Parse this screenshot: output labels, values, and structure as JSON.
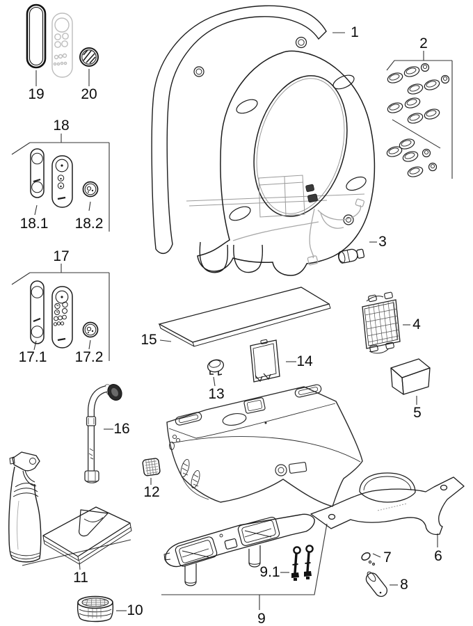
{
  "diagram": {
    "type": "exploded-parts-diagram",
    "background": "#ffffff",
    "line_color": "#1c1c1c",
    "ghost_color": "#b8b8b8",
    "parts": [
      {
        "label": "1",
        "name": "seat-lid-ring-assembly"
      },
      {
        "label": "2",
        "name": "cap-plug-set"
      },
      {
        "label": "3",
        "name": "plug-connector"
      },
      {
        "label": "4",
        "name": "filter-insert"
      },
      {
        "label": "5",
        "name": "box-module"
      },
      {
        "label": "6",
        "name": "dome-bracket-plate"
      },
      {
        "label": "7",
        "name": "o-ring-set"
      },
      {
        "label": "8",
        "name": "cylinder-pin"
      },
      {
        "label": "9",
        "name": "mounting-plate"
      },
      {
        "label": "9.1",
        "name": "fixing-bolts"
      },
      {
        "label": "10",
        "name": "strainer-insert"
      },
      {
        "label": "11",
        "name": "cleaning-set"
      },
      {
        "label": "12",
        "name": "small-mesh-filter"
      },
      {
        "label": "13",
        "name": "small-cap"
      },
      {
        "label": "14",
        "name": "cover-plate"
      },
      {
        "label": "15",
        "name": "glass-panel"
      },
      {
        "label": "16",
        "name": "water-hose"
      },
      {
        "label": "17",
        "name": "remote-control-set"
      },
      {
        "label": "17.1",
        "name": "remote-cover"
      },
      {
        "label": "17.2",
        "name": "remote-button"
      },
      {
        "label": "18",
        "name": "remote-control-set-basic"
      },
      {
        "label": "18.1",
        "name": "remote-cover-basic"
      },
      {
        "label": "18.2",
        "name": "remote-button-basic"
      },
      {
        "label": "19",
        "name": "cover-frame"
      },
      {
        "label": "20",
        "name": "round-cap"
      }
    ]
  }
}
